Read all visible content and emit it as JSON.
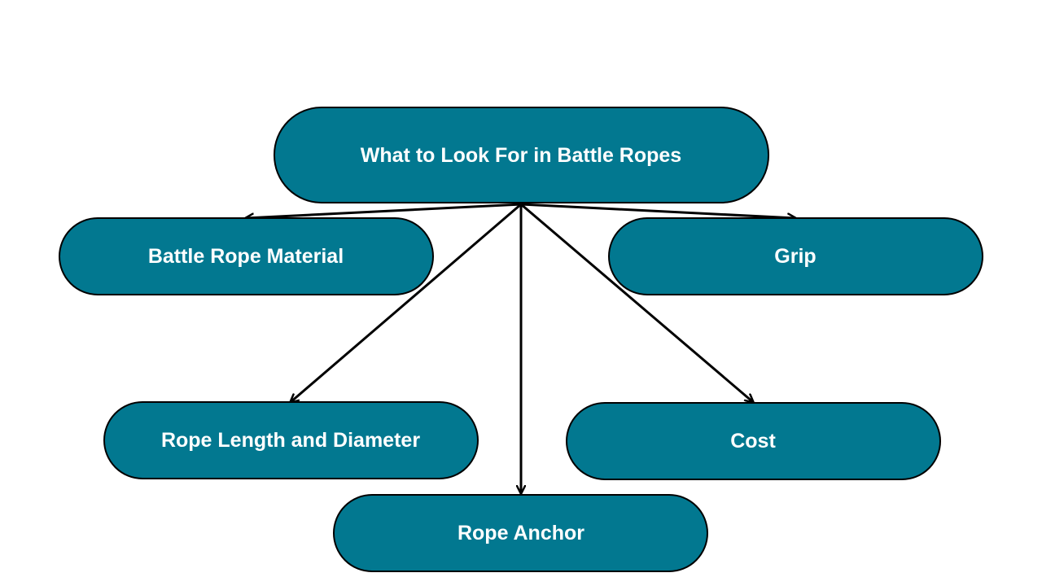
{
  "diagram": {
    "colors": {
      "node_fill": "#027890",
      "node_stroke": "#000000",
      "node_text": "#ffffff",
      "arrow": "#000000"
    },
    "root": {
      "label": "What to Look For in Battle Ropes"
    },
    "children": [
      {
        "label": "Battle Rope Material"
      },
      {
        "label": "Grip"
      },
      {
        "label": "Rope Length and Diameter"
      },
      {
        "label": "Cost"
      },
      {
        "label": "Rope Anchor"
      }
    ]
  }
}
